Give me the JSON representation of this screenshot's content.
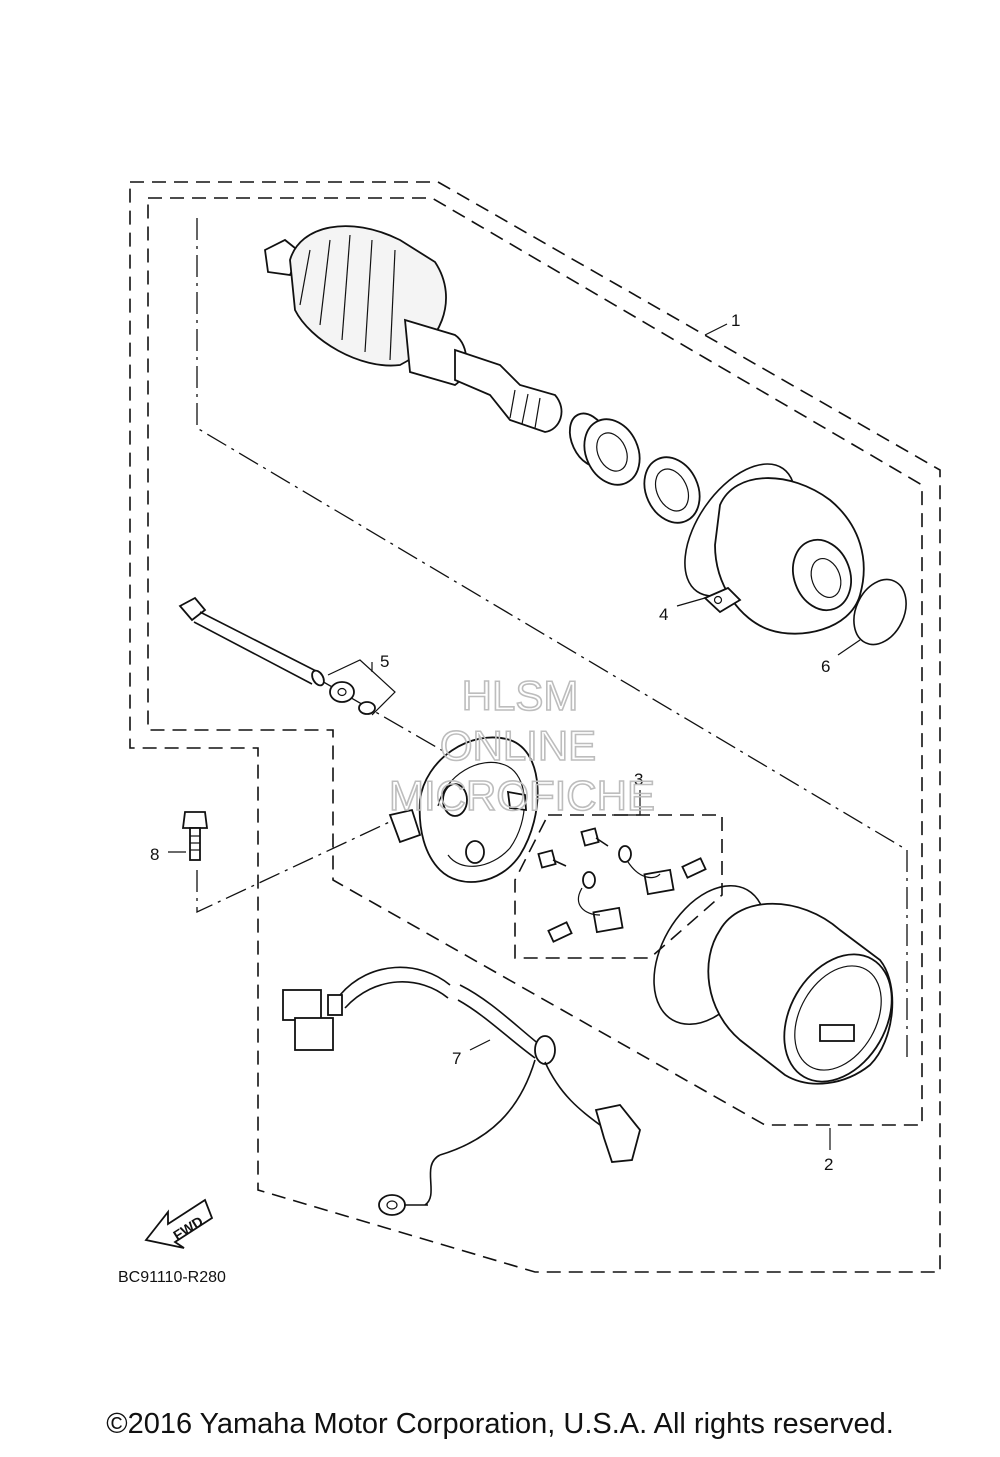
{
  "watermark": {
    "line1": "HLSM",
    "line2": "ONLINE",
    "line3": "MICROFICHE"
  },
  "callouts": {
    "c1": "1",
    "c2": "2",
    "c3": "3",
    "c4": "4",
    "c5": "5",
    "c6": "6",
    "c7": "7",
    "c8": "8"
  },
  "fwd_arrow": {
    "label": "FWD"
  },
  "diagram_code": "BC91110-R280",
  "copyright": "©2016 Yamaha Motor Corporation, U.S.A. All rights reserved."
}
